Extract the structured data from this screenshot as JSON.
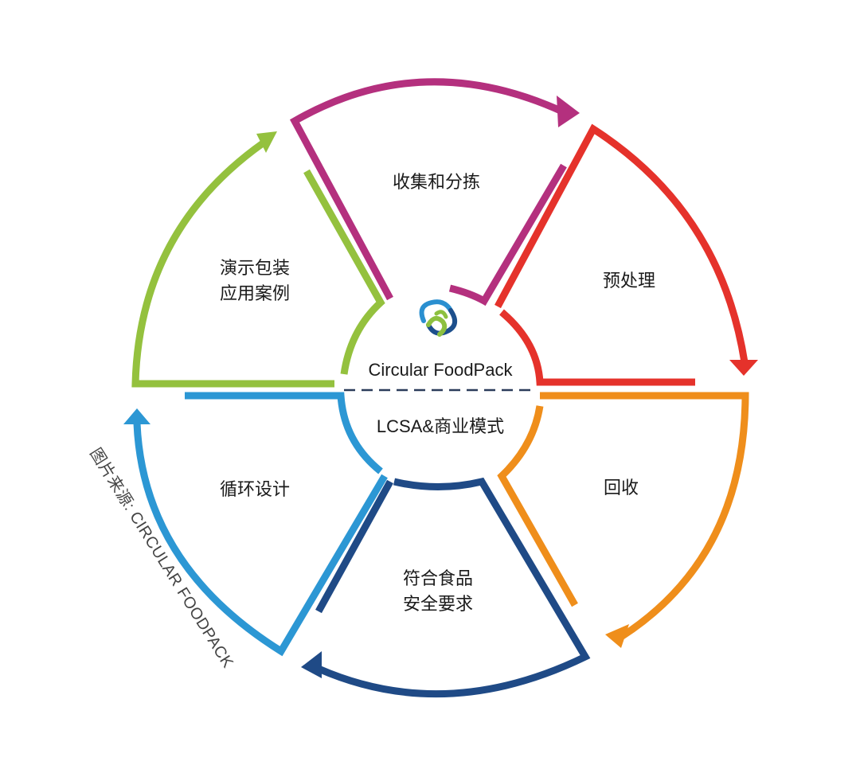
{
  "diagram": {
    "center": {
      "title": "Circular FoodPack",
      "subtitle": "LCSA&商业模式"
    },
    "segments": [
      {
        "id": "collection",
        "label": "收集和分拣",
        "color": "#b4307e"
      },
      {
        "id": "pretreatment",
        "label": "预处理",
        "color": "#e5322b"
      },
      {
        "id": "recycling",
        "label": "回收",
        "color": "#ef8e1b"
      },
      {
        "id": "food-safety",
        "label": "符合食品\n安全要求",
        "color": "#1f4a86"
      },
      {
        "id": "circular-design",
        "label": "循环设计",
        "color": "#2c97d4"
      },
      {
        "id": "demo-cases",
        "label": "演示包装\n应用案例",
        "color": "#94c13e"
      }
    ],
    "logo": {
      "icon": "circular-knot-logo",
      "colors": [
        "#2a8fd0",
        "#8dc03f",
        "#1d4f8c"
      ]
    },
    "credit": "图片来源: CIRCULAR FOODPACK"
  }
}
